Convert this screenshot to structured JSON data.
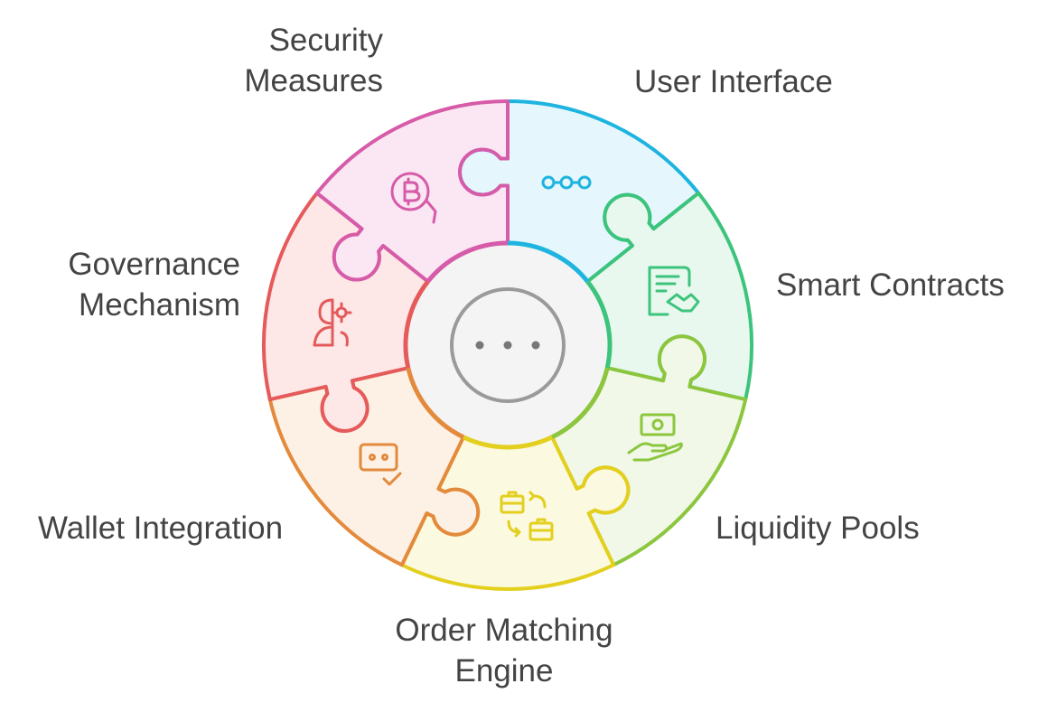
{
  "segments": [
    {
      "key": "user-interface",
      "lines": [
        "User Interface"
      ],
      "icon": "ellipsis-dots-icon",
      "stroke": "#1eb4e0",
      "fill": "#e5f7fc"
    },
    {
      "key": "smart-contracts",
      "lines": [
        "Smart Contracts"
      ],
      "icon": "contract-handshake-icon",
      "stroke": "#3cc47c",
      "fill": "#e8f8ef"
    },
    {
      "key": "liquidity-pools",
      "lines": [
        "Liquidity Pools"
      ],
      "icon": "hand-money-icon",
      "stroke": "#8cc63e",
      "fill": "#f1f8e7"
    },
    {
      "key": "order-matching-engine",
      "lines": [
        "Order Matching",
        "Engine"
      ],
      "icon": "briefcase-exchange-icon",
      "stroke": "#e3cf1e",
      "fill": "#fcf9e1"
    },
    {
      "key": "wallet-integration",
      "lines": [
        "Wallet Integration"
      ],
      "icon": "chat-check-icon",
      "stroke": "#e38a3c",
      "fill": "#fdf0e5"
    },
    {
      "key": "governance-mechanism",
      "lines": [
        "Governance",
        "Mechanism"
      ],
      "icon": "person-gear-icon",
      "stroke": "#e55a5a",
      "fill": "#fde7e7"
    },
    {
      "key": "security-measures",
      "lines": [
        "Security",
        "Measures"
      ],
      "icon": "bitcoin-hand-icon",
      "stroke": "#d65ba8",
      "fill": "#fbe6f3"
    }
  ],
  "center": {
    "icon": "ellipsis-icon",
    "stroke": "#9a9a9a",
    "fill": "#f4f4f4"
  }
}
